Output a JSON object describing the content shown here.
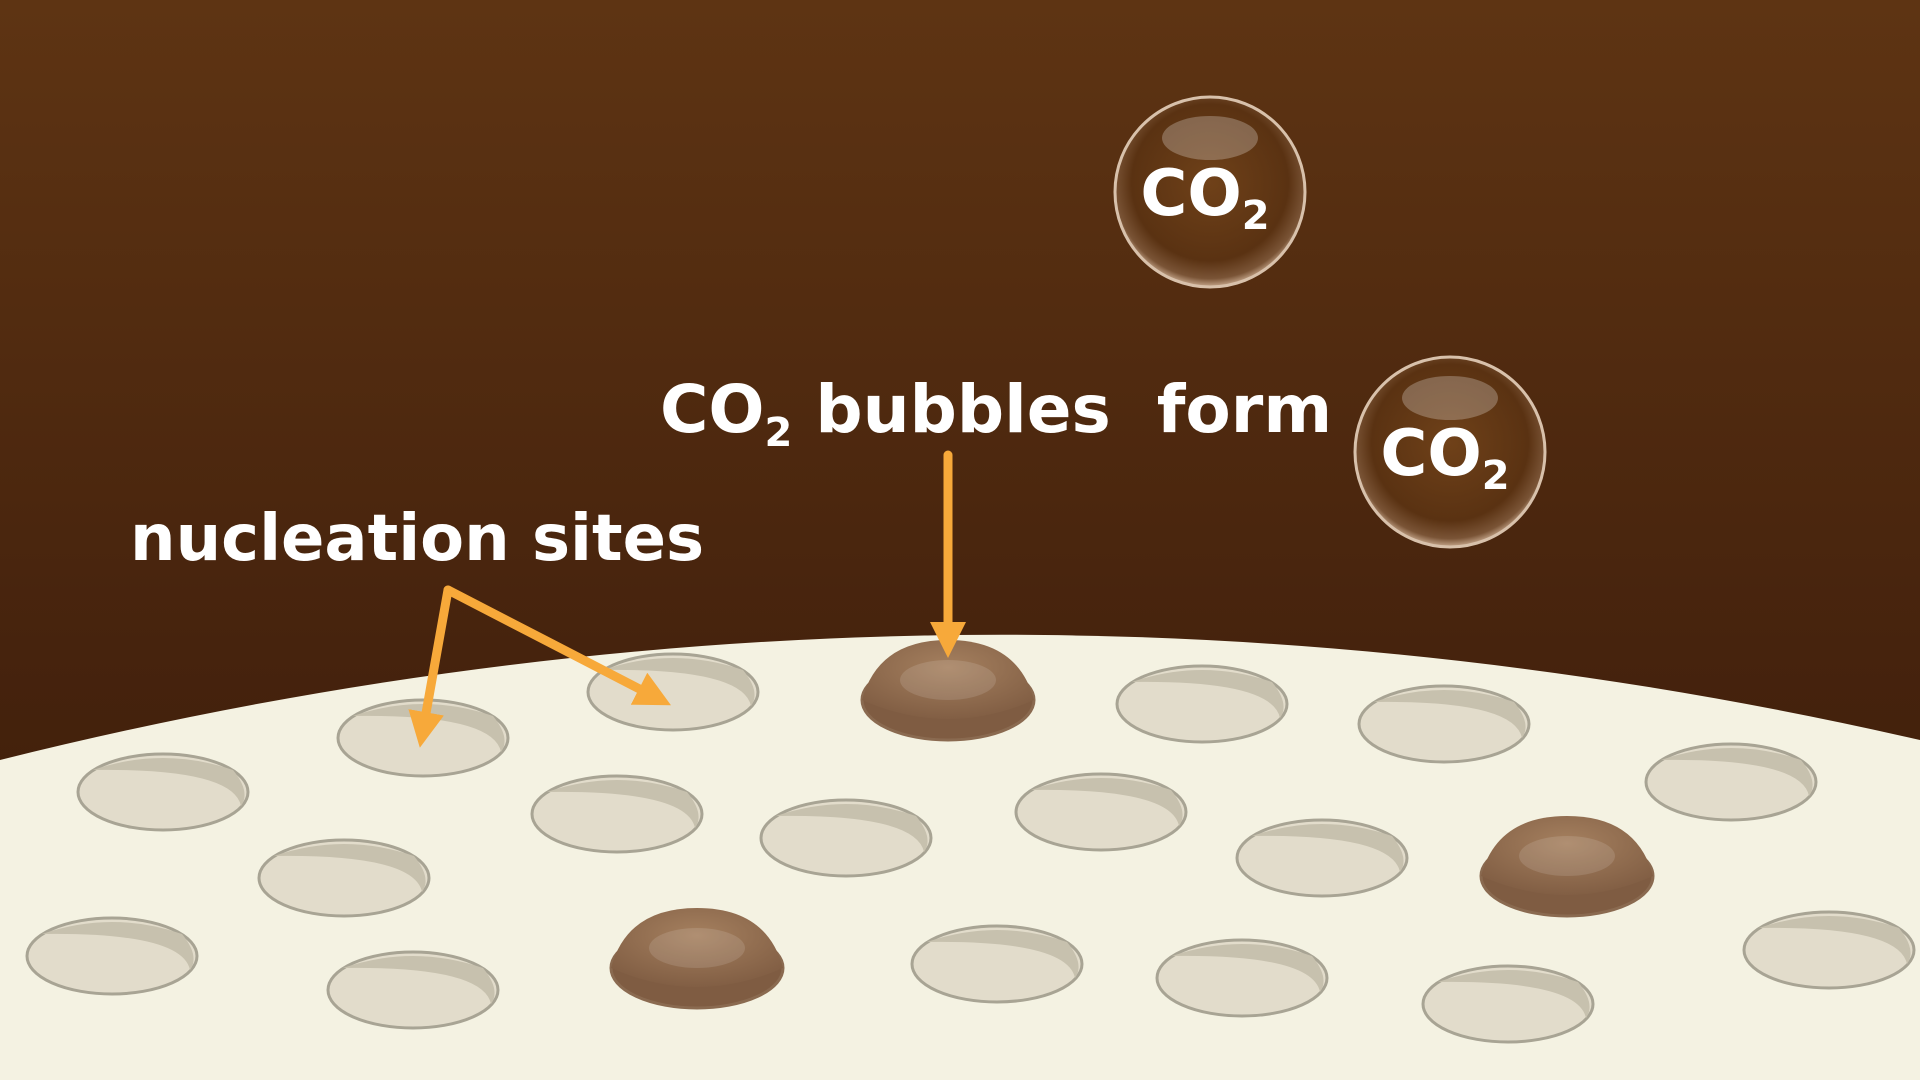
{
  "labels": {
    "nucleation": "nucleation sites",
    "bubbles_prefix": "CO",
    "bubbles_sub": "2",
    "bubbles_suffix": " bubbles  form"
  },
  "bubbles": [
    {
      "prefix": "CO",
      "sub": "2"
    },
    {
      "prefix": "CO",
      "sub": "2"
    }
  ],
  "colors": {
    "liquid_top": "#5e3413",
    "liquid_bottom": "#3d1d0b",
    "surface": "#f4f2e2",
    "pit": "#e2dccb",
    "pit_rim": "#a8a494",
    "arrow": "#f7a93a",
    "dome": "#9a7457",
    "bubble": "#6a3e18"
  }
}
